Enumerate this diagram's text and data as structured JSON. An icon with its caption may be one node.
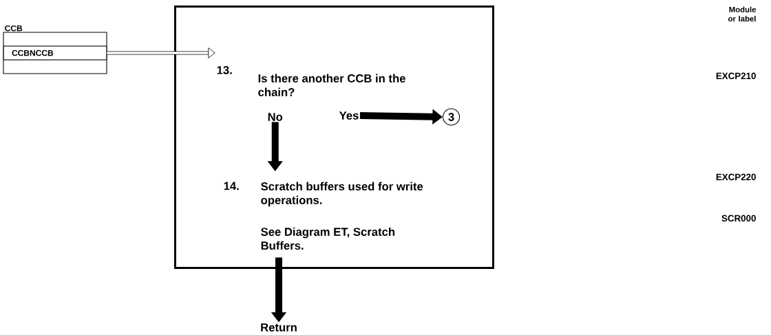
{
  "diagram": {
    "nodes": [
      {
        "text": [
          "CCB"
        ]
      },
      {
        "text": [
          "CCBNCCB"
        ],
        "in": 0
      },
      {
        "text": [],
        "shape": "box"
      },
      {
        "text": [
          "13.",
          "Is there another CCB in the chain?"
        ],
        "in": 2
      },
      {
        "text": [
          "No"
        ],
        "in": 2
      },
      {
        "text": [
          "Yes"
        ],
        "in": 2
      },
      {
        "text": [
          "3"
        ],
        "in": 2
      },
      {
        "text": [
          "14.",
          "Scratch buffers used for write operations.",
          "See Diagram ET, Scratch Buffers."
        ],
        "in": 2
      },
      {
        "text": [
          "Return"
        ]
      }
    ],
    "edges": [
      {
        "from": 1,
        "to": 3,
        "arrow": "to"
      },
      {
        "from": 5,
        "to": 6,
        "arrow": "to"
      },
      {
        "from": 4,
        "to": 7,
        "arrow": "to"
      },
      {
        "from": 7,
        "to": 8,
        "arrow": "to"
      }
    ],
    "labels": [
      "Module or label",
      "EXCP210",
      "EXCP220",
      "SCR000"
    ]
  }
}
